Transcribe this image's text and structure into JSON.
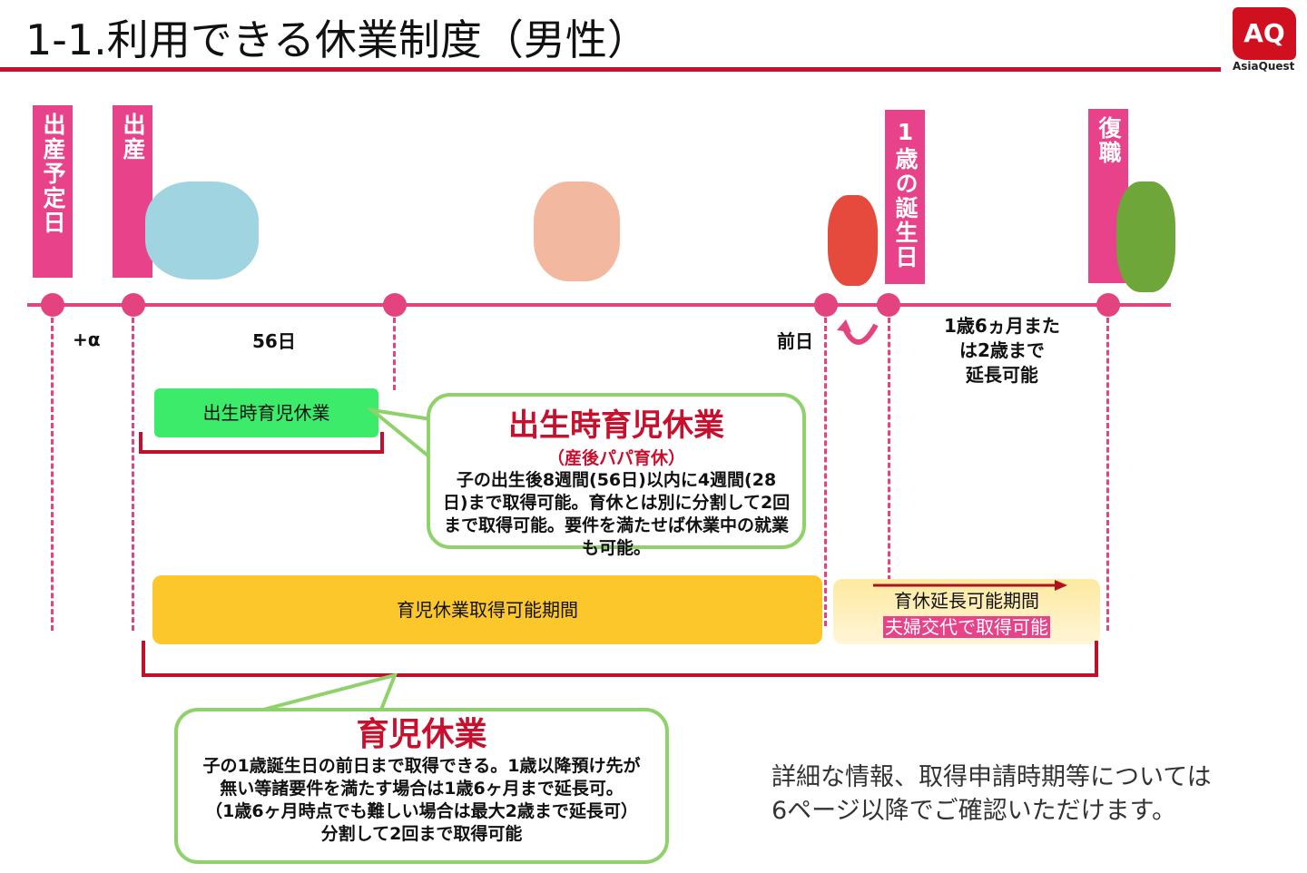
{
  "header": {
    "title": "1-1.利用できる休業制度（男性）",
    "logo": "AQ",
    "logo_text": "AsiaQuest"
  },
  "timeline": {
    "labels": {
      "due_date": "出産予定日",
      "birth": "出産",
      "first_birthday": "1歳の誕生日",
      "return": "復職"
    },
    "plus_a": "+α",
    "days56": "56日",
    "day_before": "前日",
    "extension": [
      "1歳6ヵ月また",
      "は2歳まで",
      "延長可能"
    ]
  },
  "bars": {
    "birth_leave": "出生時育児休業",
    "childcare_period": "育児休業取得可能期間",
    "extension_period": "育休延長可能期間",
    "alternate": "夫婦交代で取得可能"
  },
  "callout_birth": {
    "title": "出生時育児休業",
    "subtitle": "（産後パパ育休）",
    "body": [
      "子の出生後8週間(56日)以内に4週間(28",
      "日)まで取得可能。育休とは別に分割して2回",
      "まで取得可能。要件を満たせば休業中の就業",
      "も可能。"
    ]
  },
  "callout_childcare": {
    "title": "育児休業",
    "body": [
      "子の1歳誕生日の前日まで取得できる。1歳以降預け先が",
      "無い等諸要件を満たす場合は1歳6ヶ月まで延長可。",
      "（1歳6ヶ月時点でも難しい場合は最大2歳まで延長可）",
      "分割して2回まで取得可能"
    ]
  },
  "note": [
    "詳細な情報、取得申請時期等については",
    "6ページ以降でご確認いただけます。"
  ],
  "colors": {
    "pink": "#e8438a",
    "red": "#c8102e",
    "green": "#3deb6b",
    "yellow": "#fcc72a"
  }
}
